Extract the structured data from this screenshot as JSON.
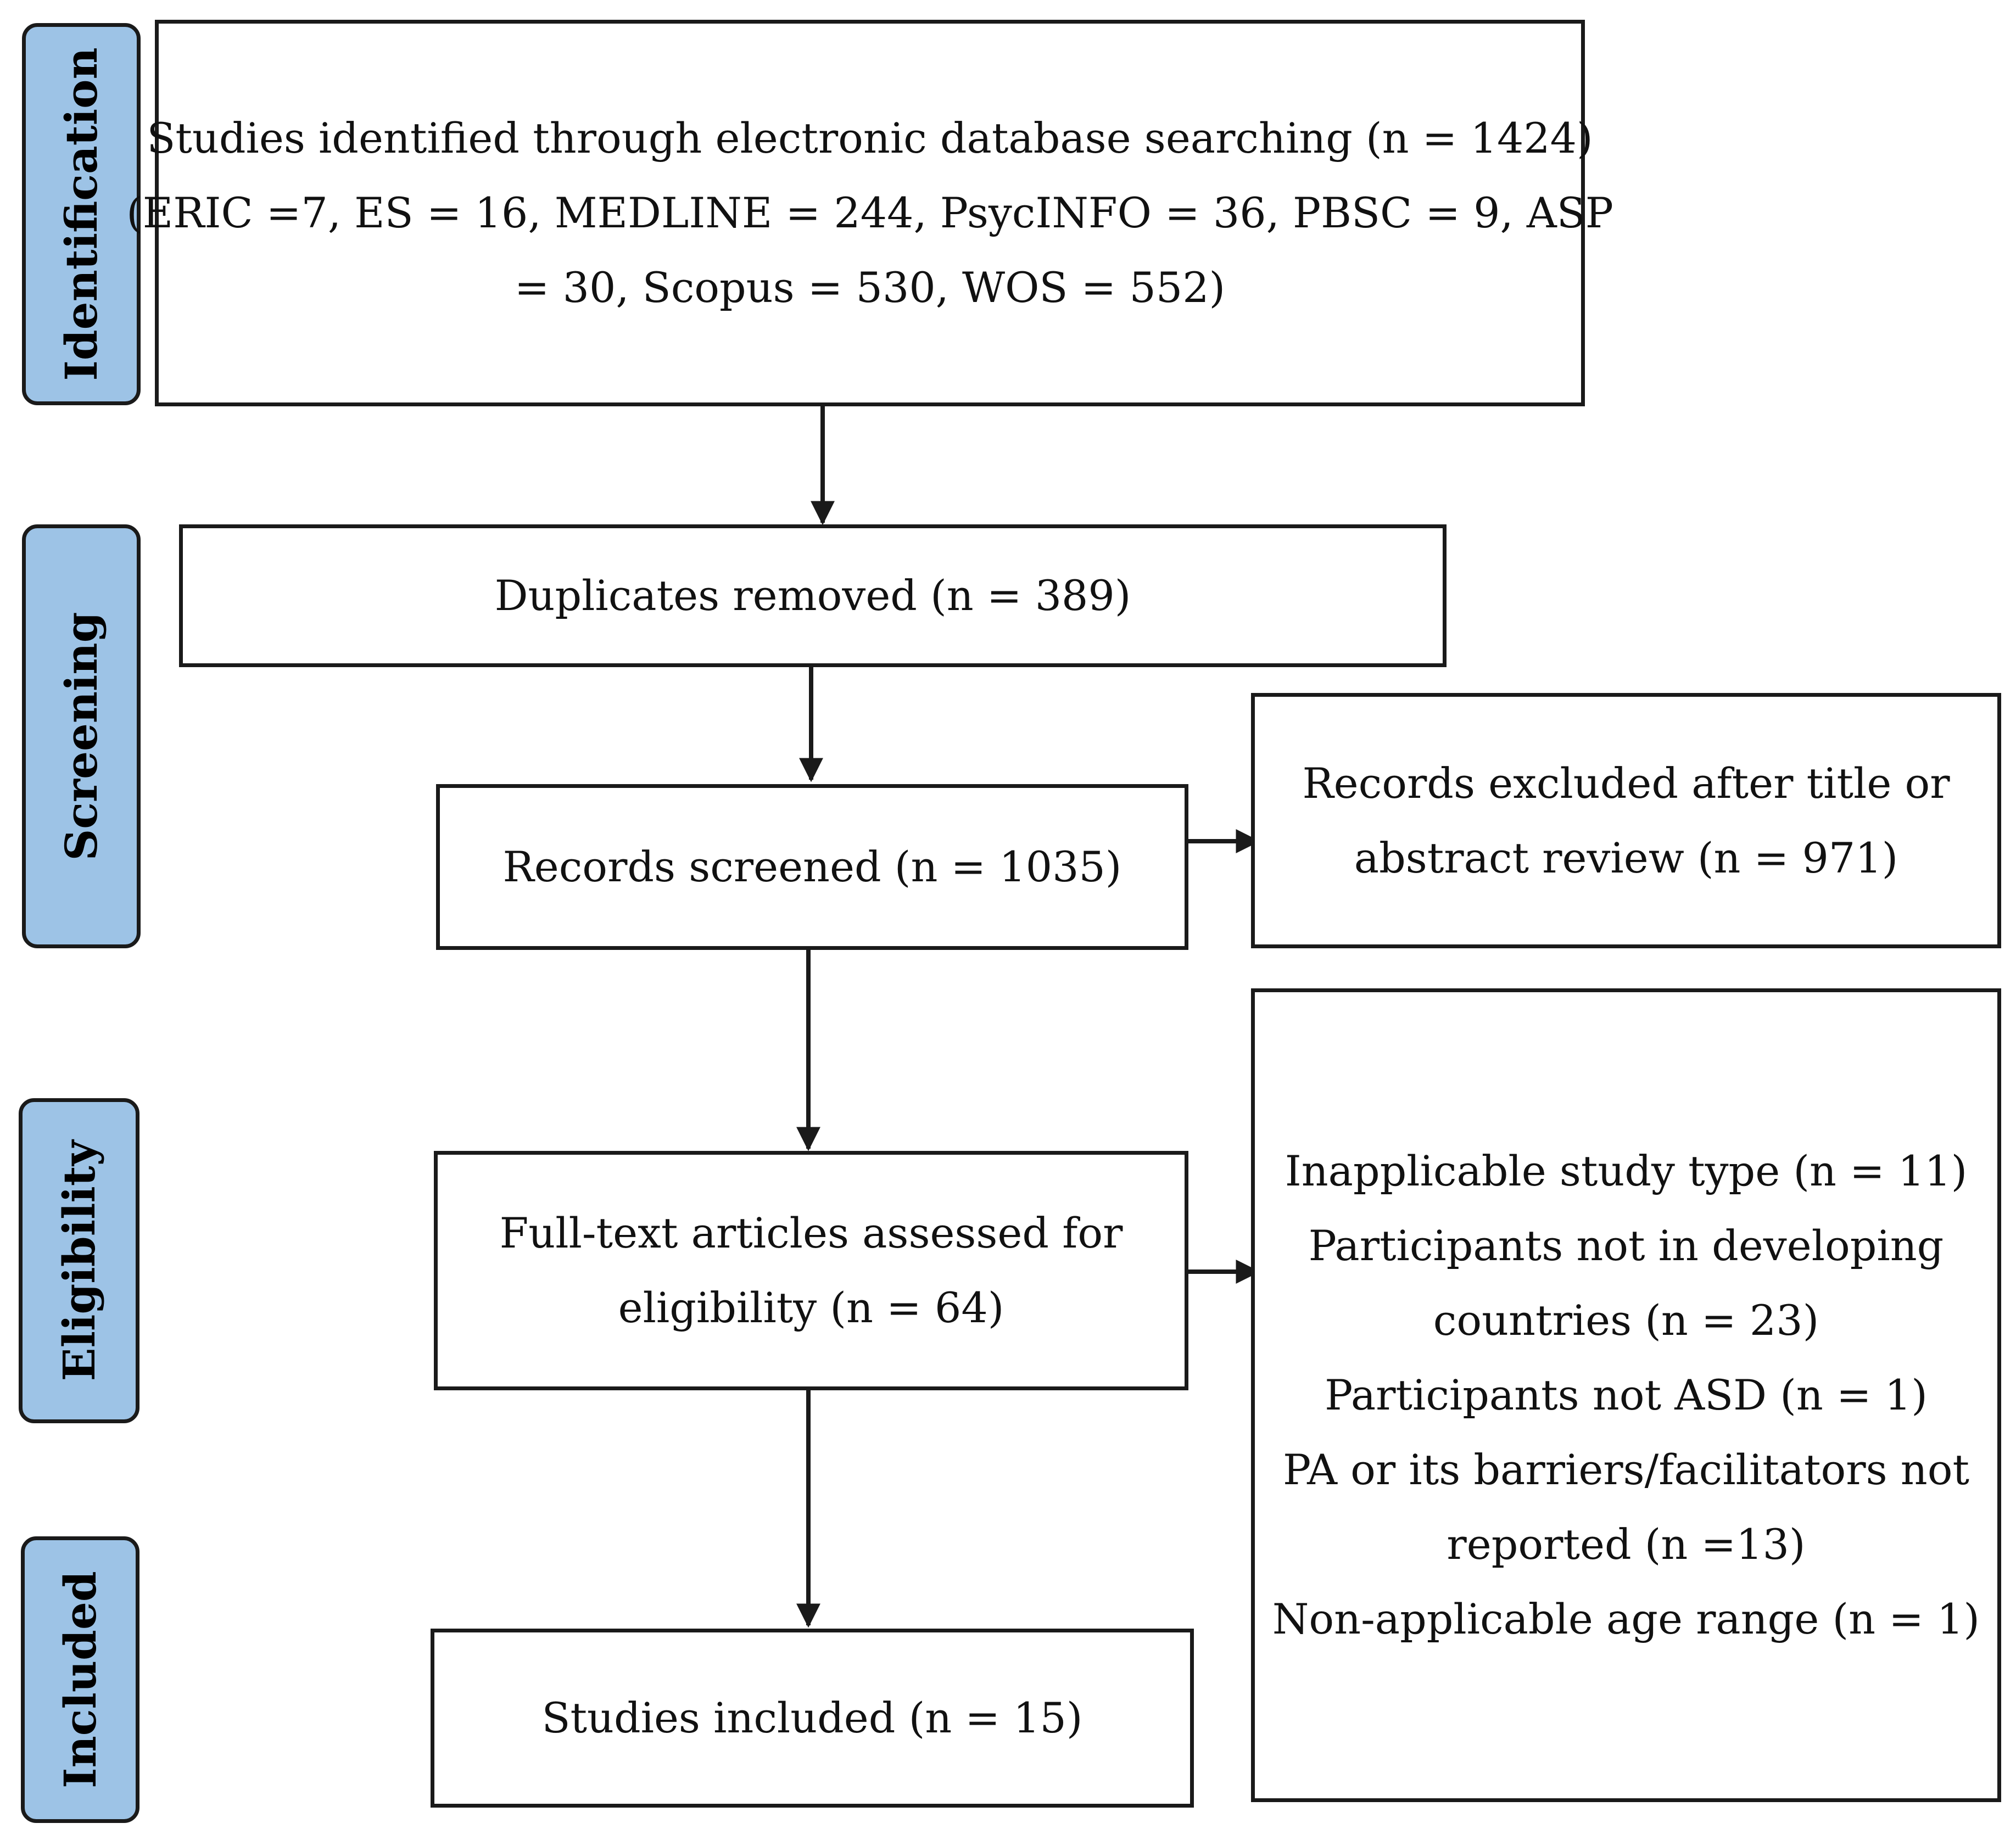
{
  "phases": {
    "identification": "Identification",
    "screening": "Screening",
    "eligibility": "Eligibility",
    "included": "Included"
  },
  "boxes": {
    "identified": {
      "lines": [
        "Studies identified through electronic database searching (n = 1424)",
        "(ERIC =7, ES = 16, MEDLINE = 244, PsycINFO = 36, PBSC = 9, ASP",
        "= 30, Scopus = 530, WOS = 552)"
      ]
    },
    "duplicates": {
      "lines": [
        "Duplicates removed (n = 389)"
      ]
    },
    "screened": {
      "lines": [
        "Records screened (n = 1035)"
      ]
    },
    "excluded_title": {
      "lines": [
        "Records excluded after title or",
        "abstract review (n = 971)"
      ]
    },
    "fulltext": {
      "lines": [
        "Full-text articles assessed for",
        "eligibility (n = 64)"
      ]
    },
    "excluded_fulltext": {
      "lines": [
        "Inapplicable study type (n = 11)",
        "Participants not in developing",
        "countries (n = 23)",
        "Participants not ASD (n = 1)",
        "PA or its barriers/facilitators not",
        "reported (n =13)",
        "Non-applicable age range (n = 1)"
      ]
    },
    "included": {
      "lines": [
        "Studies included (n = 15)"
      ]
    }
  },
  "colors": {
    "phase_fill": "#9dc3e6",
    "border": "#1a1a1a"
  }
}
